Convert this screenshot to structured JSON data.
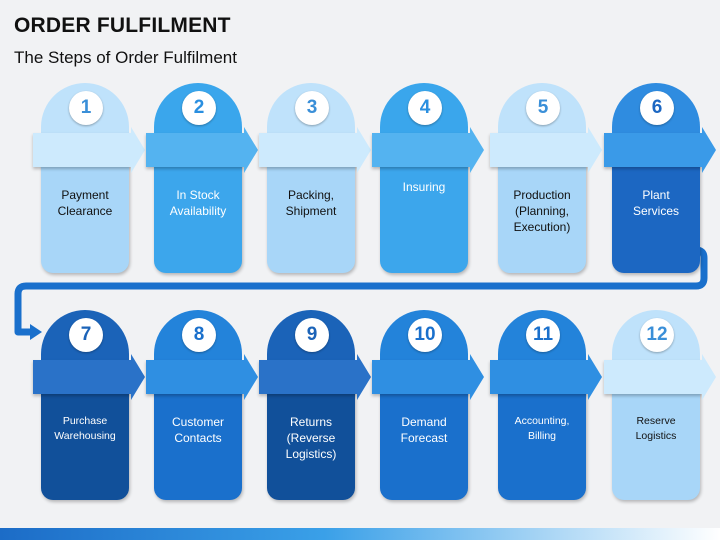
{
  "title": "ORDER FULFILMENT",
  "subtitle": "The Steps of Order Fulfilment",
  "steps": [
    {
      "num": "1",
      "lines": [
        "Payment",
        "Clearance"
      ],
      "dome": "#bfe2fb",
      "band": "#cdeafd",
      "arrow": "#cdeafd",
      "body": "#a8d6f8",
      "numColor": "#3a8fd8",
      "textColor": "#111111"
    },
    {
      "num": "2",
      "lines": [
        "In Stock",
        "Availability"
      ],
      "dome": "#3aa6ec",
      "band": "#54b3f0",
      "arrow": "#54b3f0",
      "body": "#3ca6ec",
      "numColor": "#2a8fe0",
      "textColor": "#ffffff"
    },
    {
      "num": "3",
      "lines": [
        "Packing,",
        "Shipment"
      ],
      "dome": "#bfe2fb",
      "band": "#cdeafd",
      "arrow": "#cdeafd",
      "body": "#a8d6f8",
      "numColor": "#3a8fd8",
      "textColor": "#111111"
    },
    {
      "num": "4",
      "lines": [
        "Insuring"
      ],
      "dome": "#3aa6ec",
      "band": "#54b3f0",
      "arrow": "#54b3f0",
      "body": "#3ca6ec",
      "numColor": "#2a8fe0",
      "textColor": "#ffffff"
    },
    {
      "num": "5",
      "lines": [
        "Production",
        "(Planning,",
        "Execution)"
      ],
      "dome": "#bfe2fb",
      "band": "#cdeafd",
      "arrow": "#cdeafd",
      "body": "#a8d6f8",
      "numColor": "#3a8fd8",
      "textColor": "#111111"
    },
    {
      "num": "6",
      "lines": [
        "Plant",
        "Services"
      ],
      "dome": "#2f8ce0",
      "band": "#3a9ae8",
      "arrow": "#3a9ae8",
      "body": "#1c67c2",
      "numColor": "#1c67c2",
      "textColor": "#ffffff"
    },
    {
      "num": "7",
      "lines": [
        "Purchase",
        "Warehousing"
      ],
      "dome": "#1b63b8",
      "band": "#2a72c8",
      "arrow": "#2a72c8",
      "body": "#11509a",
      "numColor": "#1b63b8",
      "textColor": "#ffffff",
      "small": true
    },
    {
      "num": "8",
      "lines": [
        "Customer",
        "Contacts"
      ],
      "dome": "#2383da",
      "band": "#2f8fe2",
      "arrow": "#2f8fe2",
      "body": "#1a70cc",
      "numColor": "#1a70cc",
      "textColor": "#ffffff"
    },
    {
      "num": "9",
      "lines": [
        "Returns",
        "(Reverse",
        "Logistics)"
      ],
      "dome": "#1b63b8",
      "band": "#2a72c8",
      "arrow": "#2a72c8",
      "body": "#11509a",
      "numColor": "#1b63b8",
      "textColor": "#ffffff"
    },
    {
      "num": "10",
      "lines": [
        "Demand",
        "Forecast"
      ],
      "dome": "#2383da",
      "band": "#2f8fe2",
      "arrow": "#2f8fe2",
      "body": "#1a70cc",
      "numColor": "#1a70cc",
      "textColor": "#ffffff"
    },
    {
      "num": "11",
      "lines": [
        "Accounting,",
        "Billing"
      ],
      "dome": "#2383da",
      "band": "#2f8fe2",
      "arrow": "#2f8fe2",
      "body": "#1a70cc",
      "numColor": "#1a70cc",
      "textColor": "#ffffff",
      "small": true
    },
    {
      "num": "12",
      "lines": [
        "Reserve",
        "Logistics"
      ],
      "dome": "#bfe2fb",
      "band": "#cdeafd",
      "arrow": "#cdeafd",
      "body": "#a8d6f8",
      "numColor": "#3a8fd8",
      "textColor": "#111111",
      "small": true
    }
  ],
  "colors": {
    "connector": "#1a70cc"
  }
}
